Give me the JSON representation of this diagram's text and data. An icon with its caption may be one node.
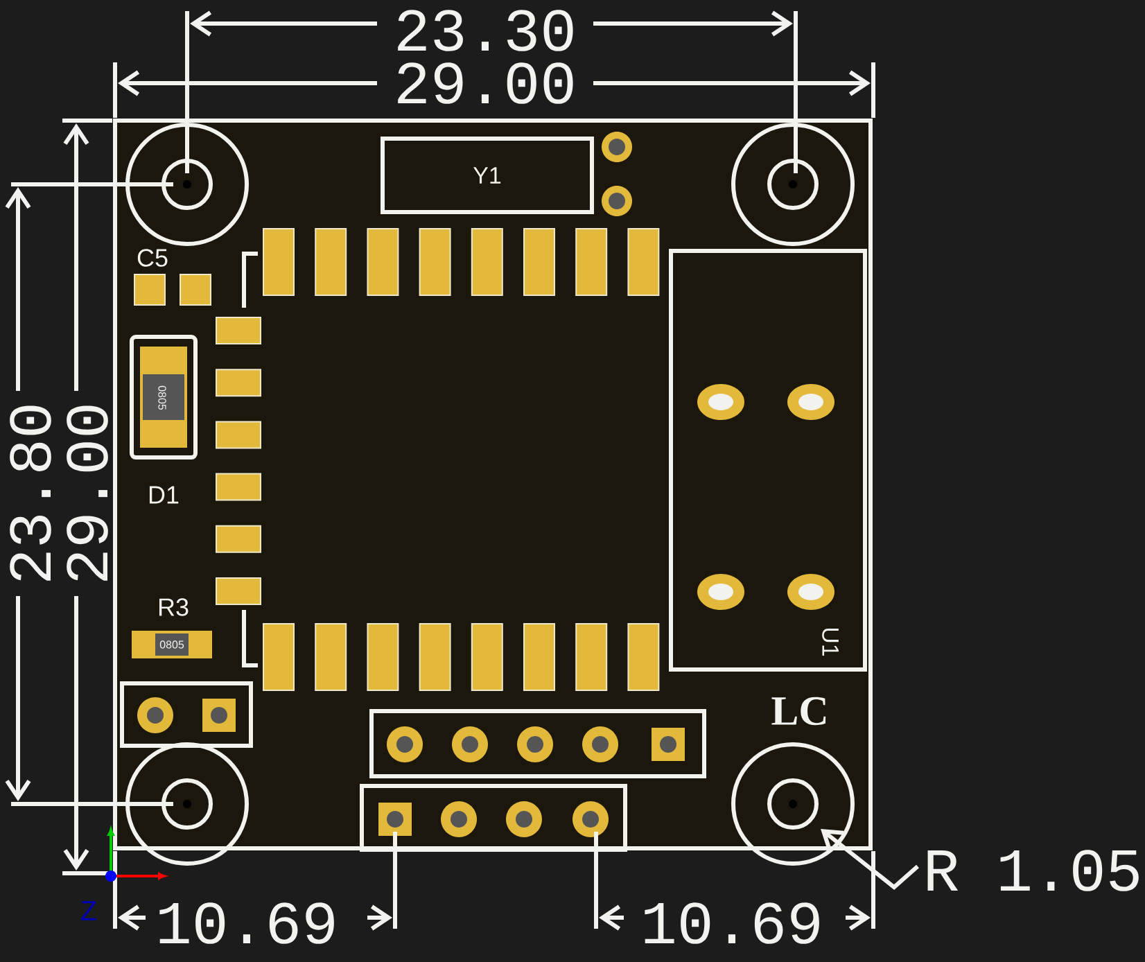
{
  "diagram": {
    "nodes": [
      {
        "text": [
          "Y1"
        ]
      },
      {
        "text": [
          "U1"
        ]
      }
    ],
    "labels": [
      "23.30",
      "29.00",
      "C5",
      "0805",
      "D1",
      "R3",
      "0805",
      "LC",
      "23.80",
      "29.00",
      "R 1.05",
      "Z",
      "10.69",
      "10.69"
    ]
  }
}
